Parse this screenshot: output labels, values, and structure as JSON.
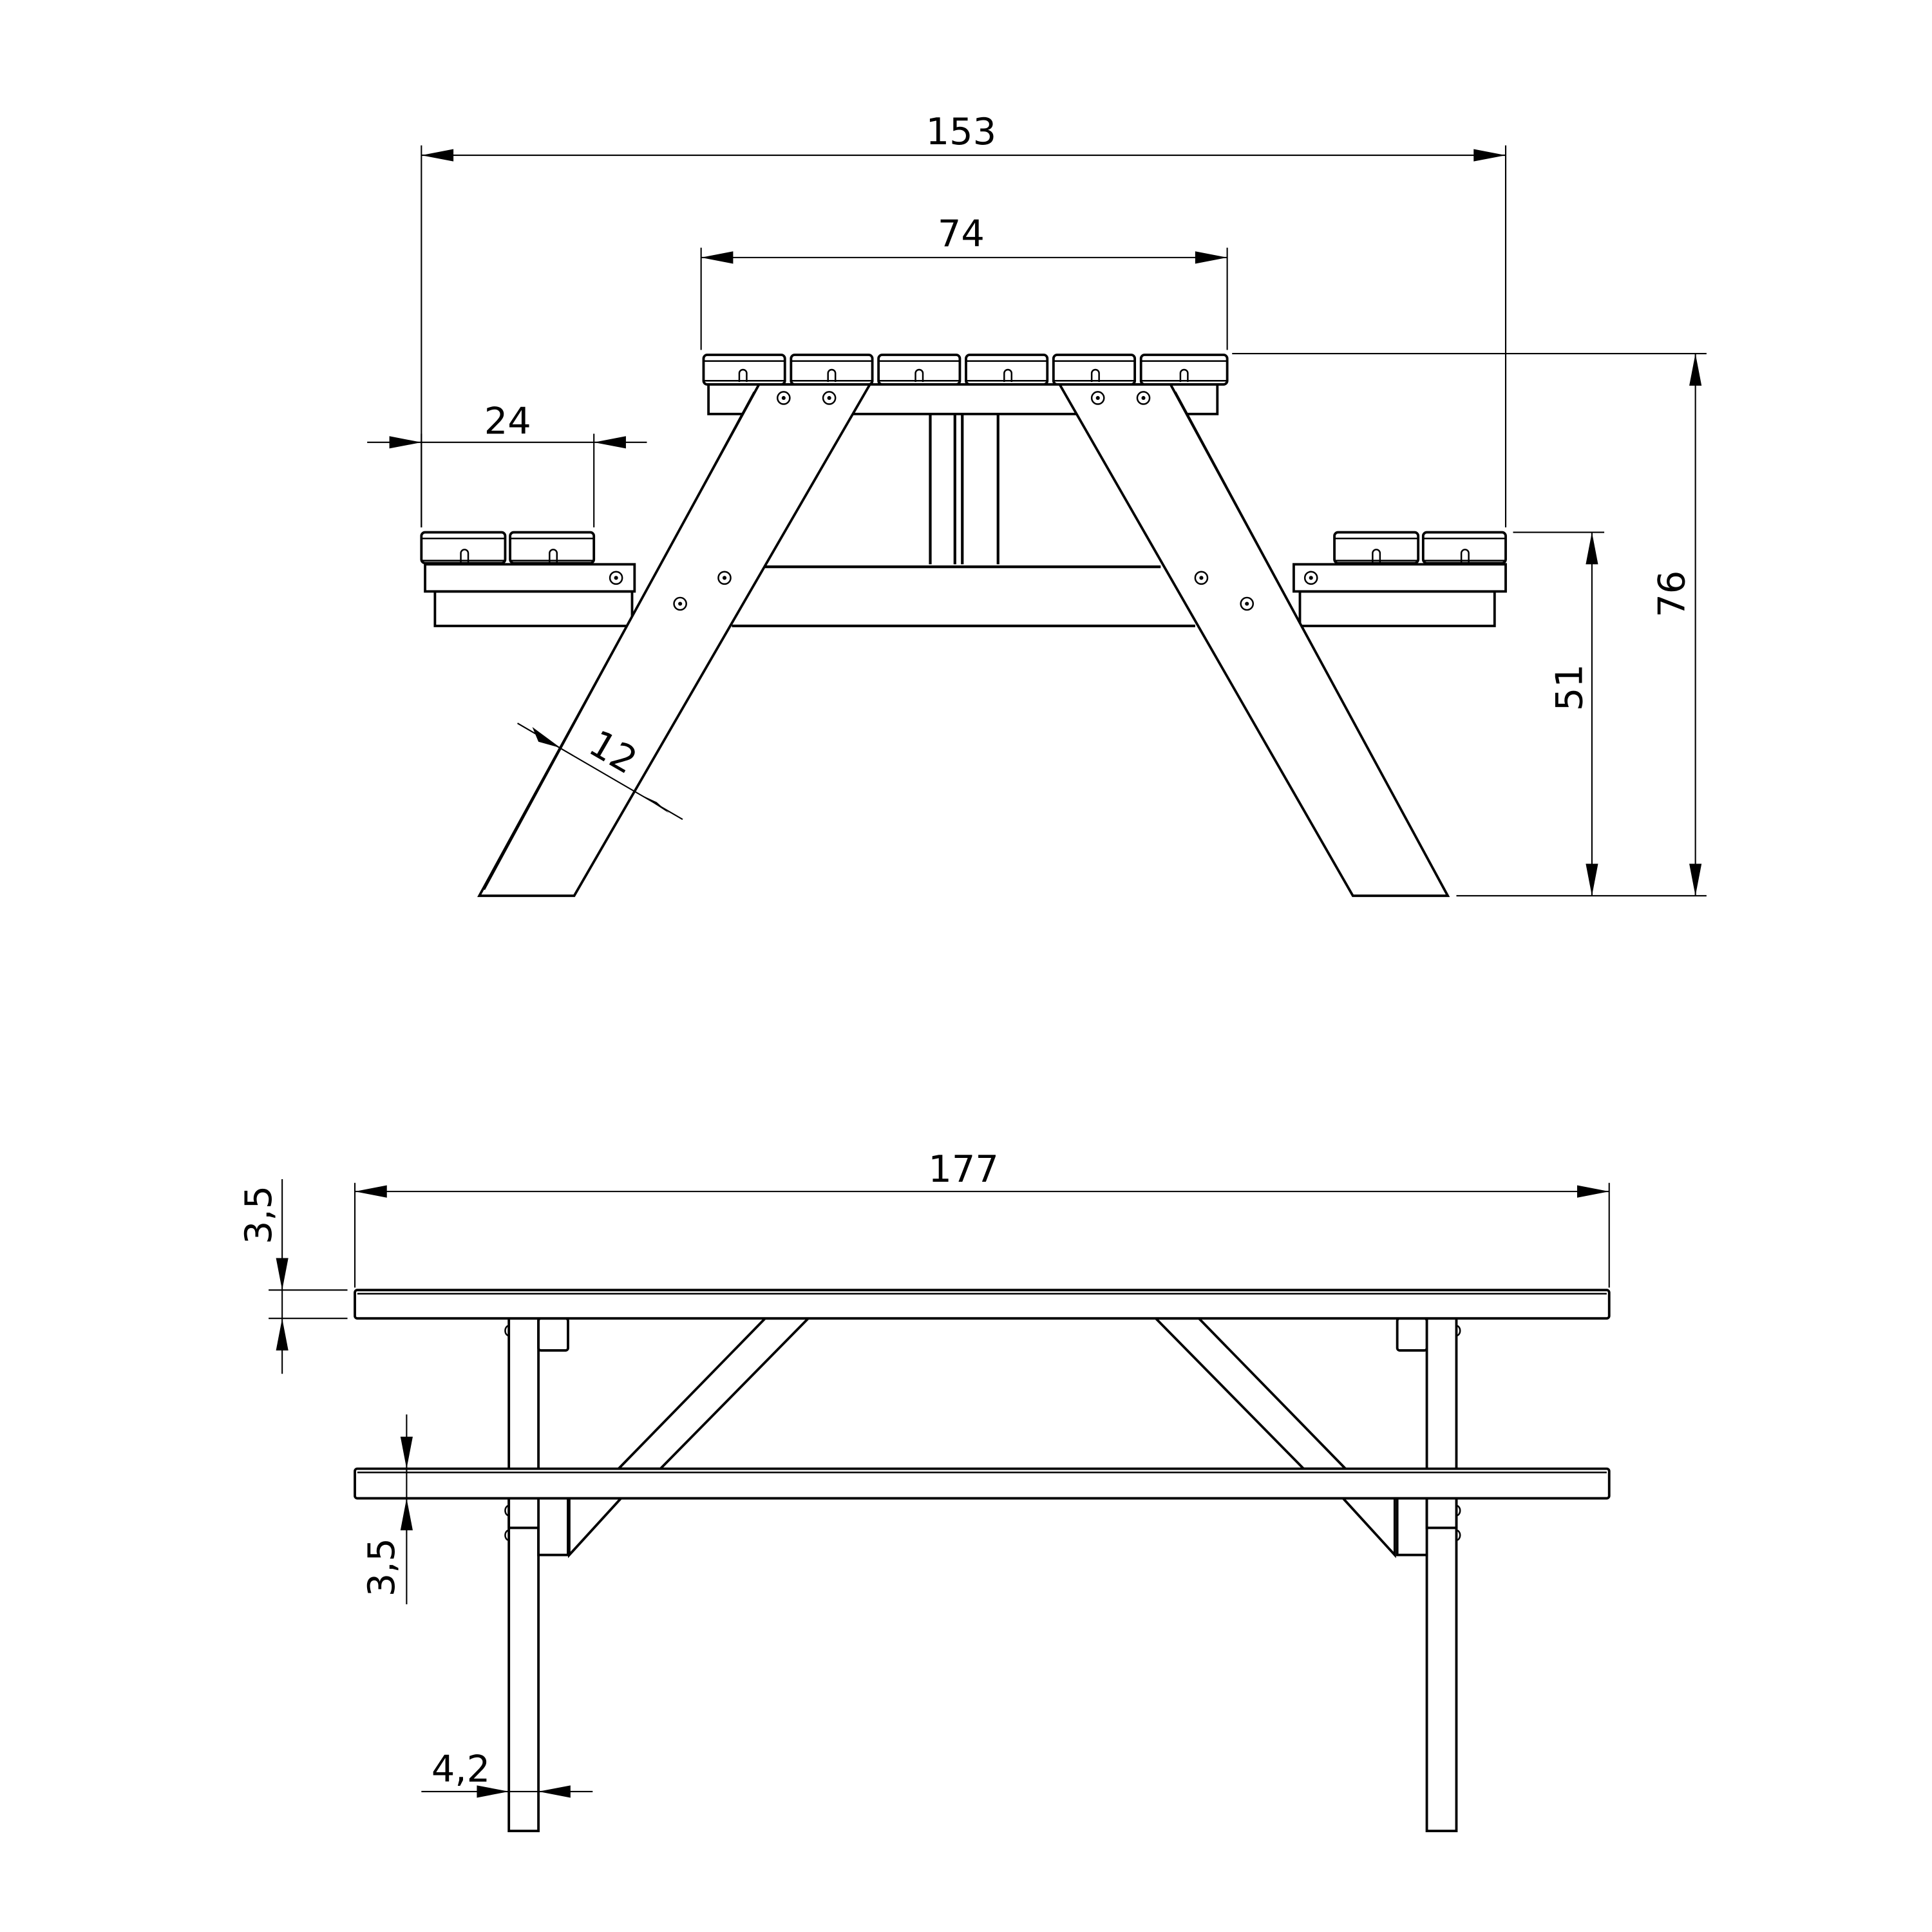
{
  "drawing": {
    "subject": "Picnic table with attached benches",
    "line_color": "#000000",
    "background": "#ffffff"
  },
  "end_view": {
    "dimensions": {
      "overall_width": "153",
      "tabletop_width": "74",
      "bench_width": "24",
      "leg_width": "12",
      "table_height": "76",
      "bench_height": "51"
    },
    "tabletop_slats": 6,
    "bench_slats_per_side": 2
  },
  "side_view": {
    "dimensions": {
      "overall_length": "177",
      "tabletop_thickness": "3,5",
      "bench_thickness": "3,5",
      "leg_thickness": "4,2"
    }
  }
}
